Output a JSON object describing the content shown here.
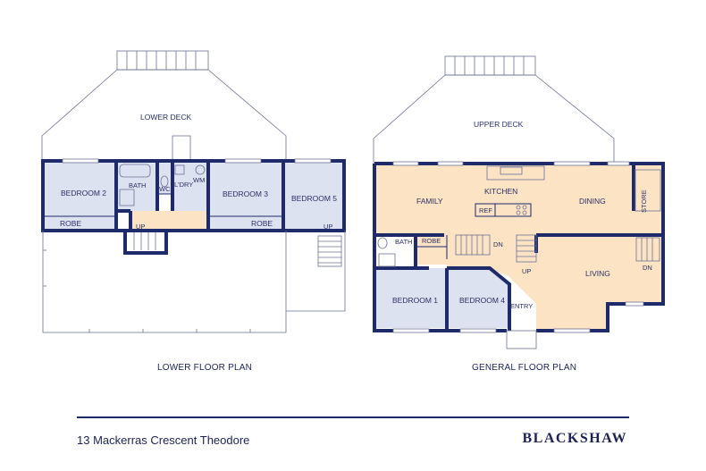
{
  "lower_floor": {
    "title": "LOWER FLOOR PLAN",
    "rooms": {
      "deck": "LOWER DECK",
      "bedroom2": "BEDROOM 2",
      "bath": "BATH",
      "wc": "WC",
      "laundry": "L'DRY",
      "wm": "WM",
      "bedroom3": "BEDROOM 3",
      "bedroom5": "BEDROOM 5",
      "robe_left": "ROBE",
      "robe_right": "ROBE",
      "up_stair": "UP",
      "up_right": "UP"
    }
  },
  "general_floor": {
    "title": "GENERAL FLOOR PLAN",
    "rooms": {
      "deck": "UPPER DECK",
      "family": "FAMILY",
      "kitchen": "KITCHEN",
      "dining": "DINING",
      "store": "STORE",
      "ref": "REF",
      "bath": "BATH",
      "robe": "ROBE",
      "dn_mid": "DN",
      "up_mid": "UP",
      "living": "LIVING",
      "dn_right": "DN",
      "bedroom1": "BEDROOM 1",
      "bedroom4": "BEDROOM 4",
      "entry": "ENTRY"
    }
  },
  "footer": {
    "address": "13 Mackerras Crescent Theodore",
    "brand": "BLACKSHAW"
  },
  "colors": {
    "wall": "#1f2a6b",
    "living_fill": "#fbe3c4",
    "bedroom_fill": "#dde2f0",
    "text": "#2b2f66"
  }
}
